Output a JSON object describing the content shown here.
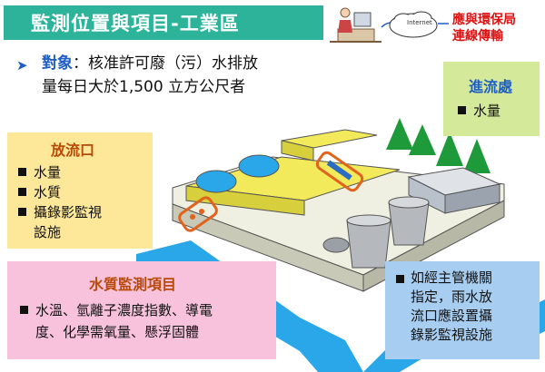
{
  "title": "監測位置與項目-工業區",
  "subject": {
    "keyword": "對象",
    "line1_rest": "：核准許可廢（污）水排放",
    "line2": "量每日大於1,500 立方公尺者"
  },
  "network": {
    "internet_label": "Internet",
    "epa_label_line1": "應與環保局",
    "epa_label_line2": "連線傳輸"
  },
  "inflow": {
    "title": "進流處",
    "items": [
      "水量"
    ]
  },
  "outlet": {
    "title": "放流口",
    "items": [
      "水量",
      "水質",
      "攝錄影監視"
    ],
    "item3_cont": "設施"
  },
  "quality": {
    "title": "水質監測項目",
    "line1": "水溫、氫離子濃度指數、導電",
    "line2": "度、化學需氧量、懸浮固體"
  },
  "camera_note": {
    "lines": [
      "如經主管機關",
      "指定，雨水放",
      "流口應設置攝",
      "錄影監視設施"
    ]
  },
  "colors": {
    "title_bg": "#2db39a",
    "accent_blue": "#1f5fc4",
    "box_title": "#b84a06",
    "epa_red": "#dd1111"
  }
}
